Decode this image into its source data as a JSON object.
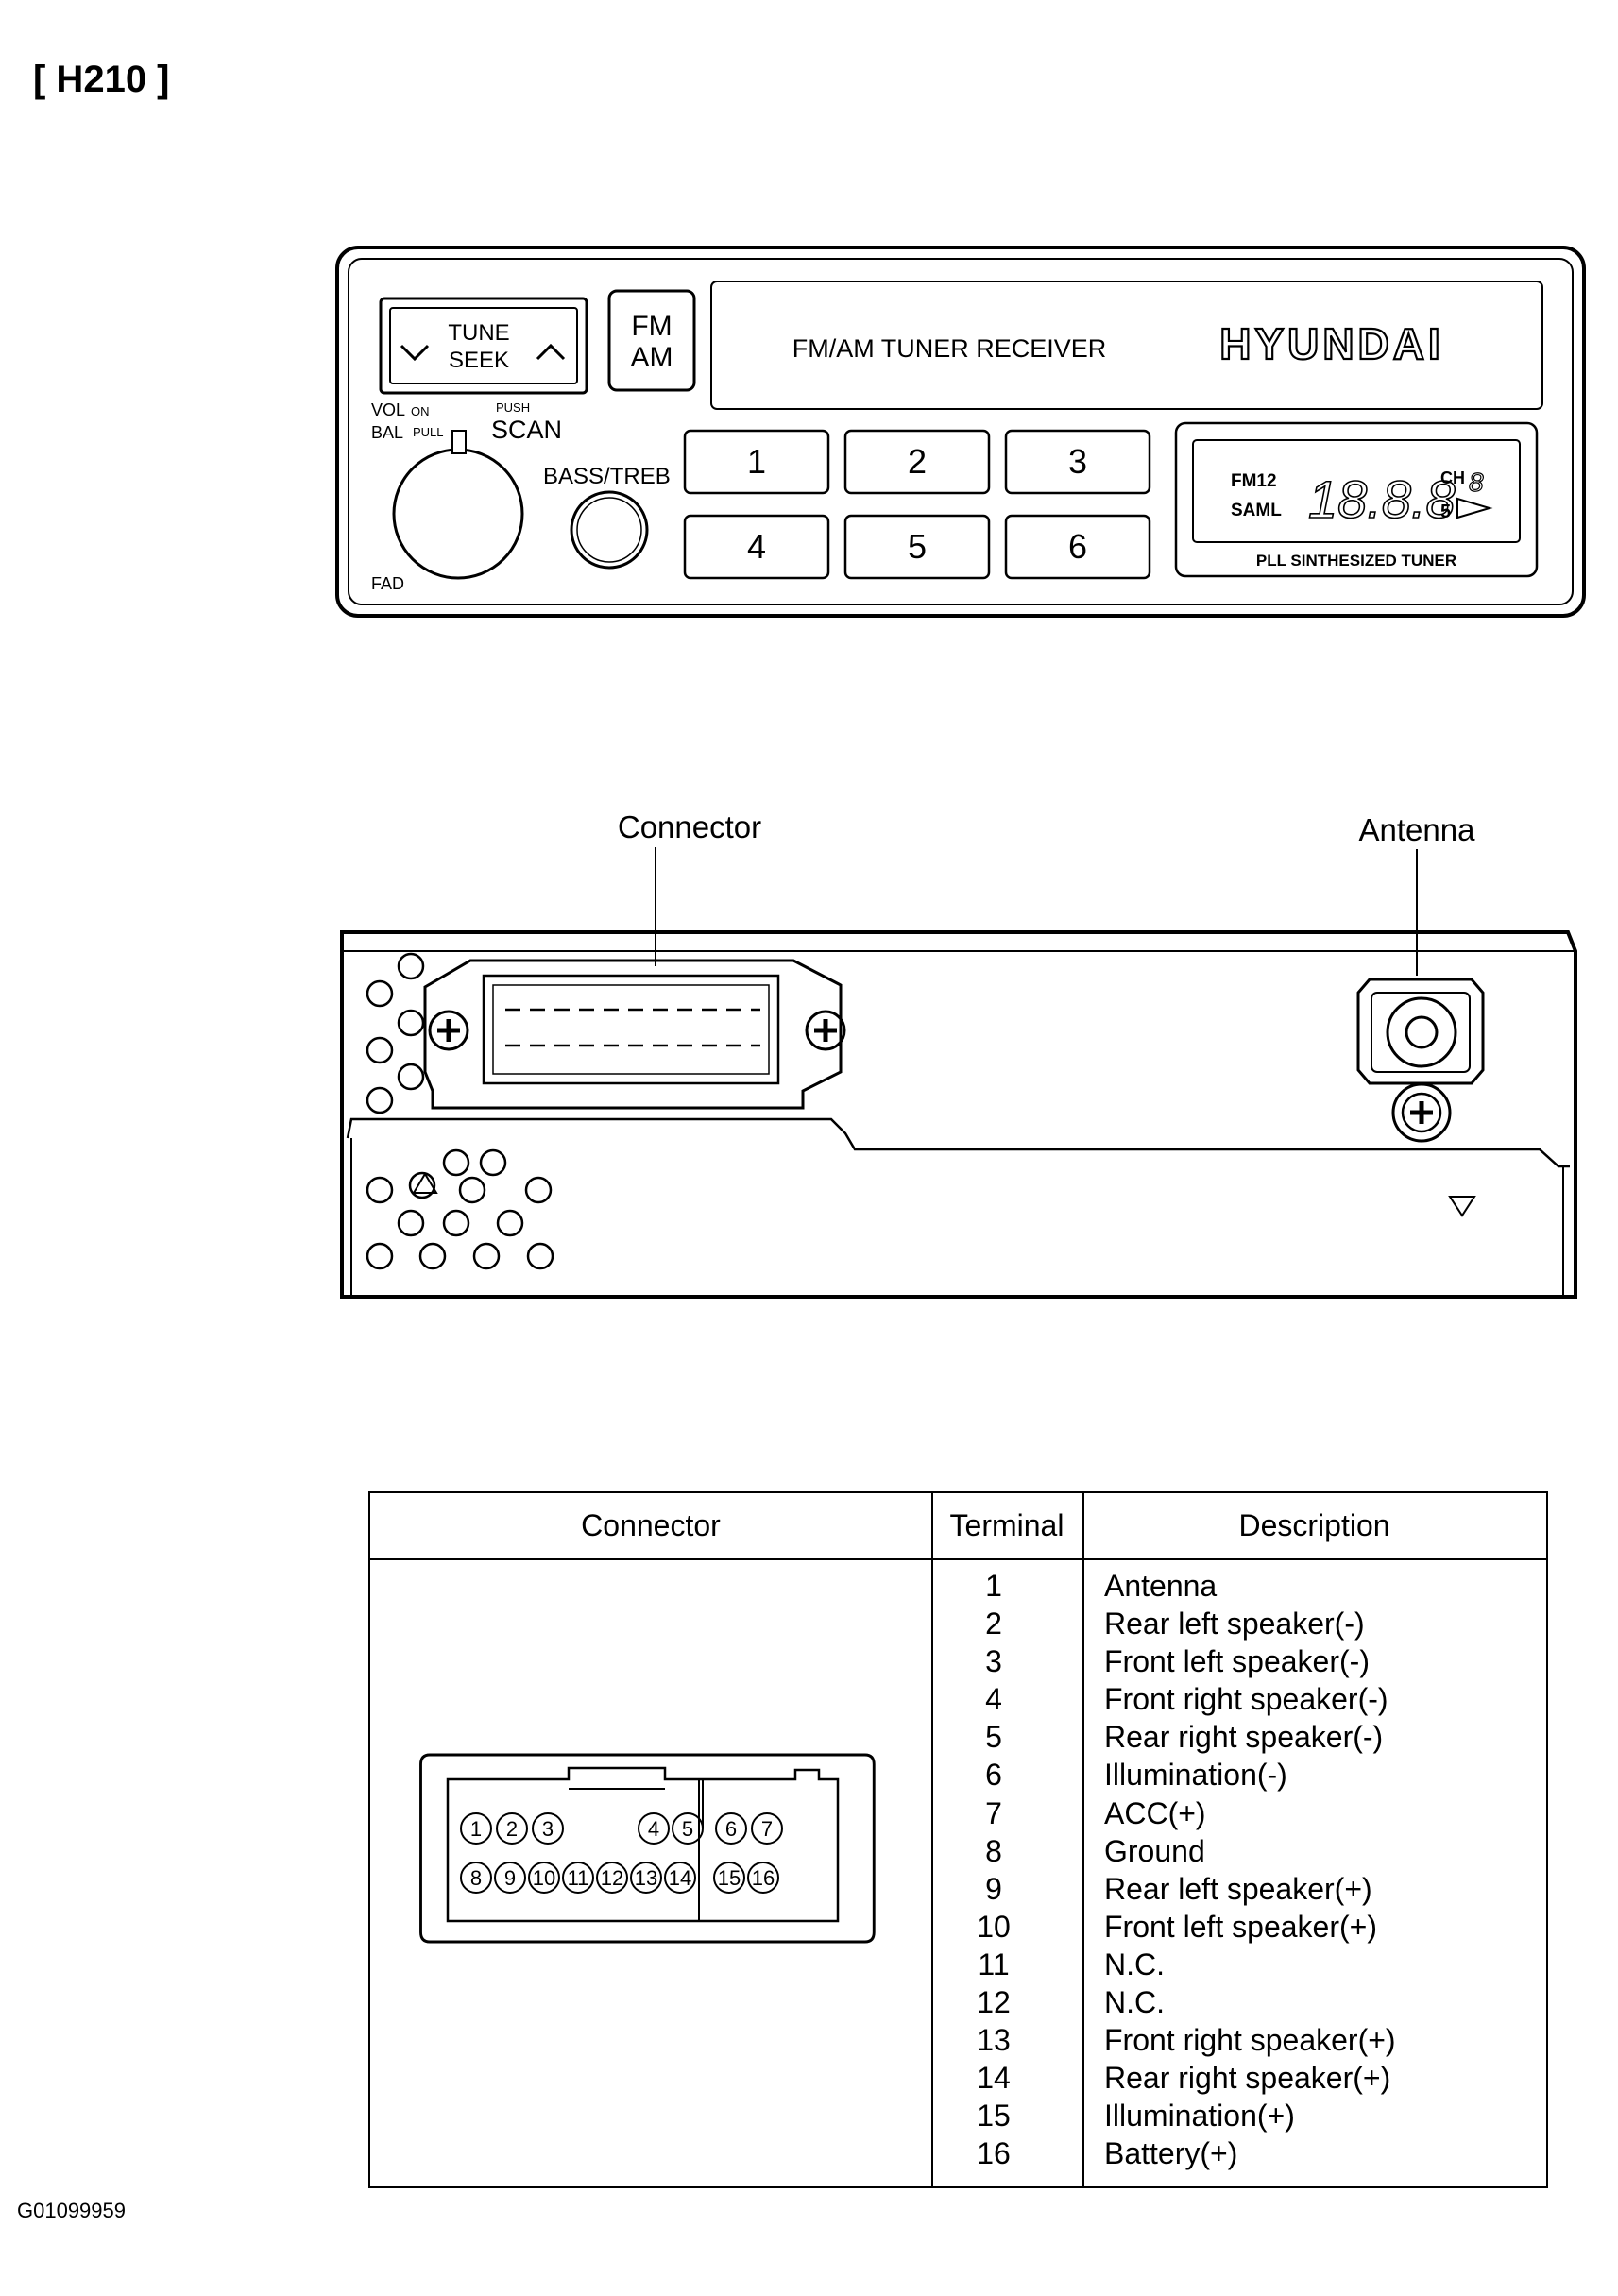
{
  "header": {
    "title": "[ H210 ]"
  },
  "front_panel": {
    "tune_label": "TUNE",
    "seek_label": "SEEK",
    "band_fm": "FM",
    "band_am": "AM",
    "display_text": "FM/AM TUNER RECEIVER",
    "brand": "HYUNDAI",
    "vol_label": "VOL",
    "on_label": "ON",
    "bal_label": "BAL",
    "pull_label": "PULL",
    "push_label": "PUSH",
    "scan_label": "SCAN",
    "fad_label": "FAD",
    "basstreb_label": "BASS/TREB",
    "presets": [
      "1",
      "2",
      "3",
      "4",
      "5",
      "6"
    ],
    "lcd": {
      "fm12": "FM12",
      "saml": "SAML",
      "digits": "18.8.8",
      "ch": "CH",
      "ch_digit": "8",
      "s_digit": "5",
      "caption": "PLL SINTHESIZED TUNER"
    }
  },
  "rear_view": {
    "connector_label": "Connector",
    "antenna_label": "Antenna"
  },
  "table": {
    "headers": {
      "connector": "Connector",
      "terminal": "Terminal",
      "description": "Description"
    },
    "connector_pins_top": [
      "1",
      "2",
      "3",
      "4",
      "5",
      "6",
      "7"
    ],
    "connector_pins_bottom": [
      "8",
      "9",
      "10",
      "11",
      "12",
      "13",
      "14",
      "15",
      "16"
    ],
    "rows": [
      {
        "terminal": "1",
        "description": "Antenna"
      },
      {
        "terminal": "2",
        "description": "Rear left speaker(-)"
      },
      {
        "terminal": "3",
        "description": "Front left speaker(-)"
      },
      {
        "terminal": "4",
        "description": "Front right speaker(-)"
      },
      {
        "terminal": "5",
        "description": "Rear right speaker(-)"
      },
      {
        "terminal": "6",
        "description": "Illumination(-)"
      },
      {
        "terminal": "7",
        "description": "ACC(+)"
      },
      {
        "terminal": "8",
        "description": "Ground"
      },
      {
        "terminal": "9",
        "description": "Rear left speaker(+)"
      },
      {
        "terminal": "10",
        "description": "Front left speaker(+)"
      },
      {
        "terminal": "11",
        "description": "N.C."
      },
      {
        "terminal": "12",
        "description": "N.C."
      },
      {
        "terminal": "13",
        "description": "Front right speaker(+)"
      },
      {
        "terminal": "14",
        "description": "Rear right speaker(+)"
      },
      {
        "terminal": "15",
        "description": "Illumination(+)"
      },
      {
        "terminal": "16",
        "description": "Battery(+)"
      }
    ]
  },
  "footer": {
    "id": "G01099959"
  }
}
